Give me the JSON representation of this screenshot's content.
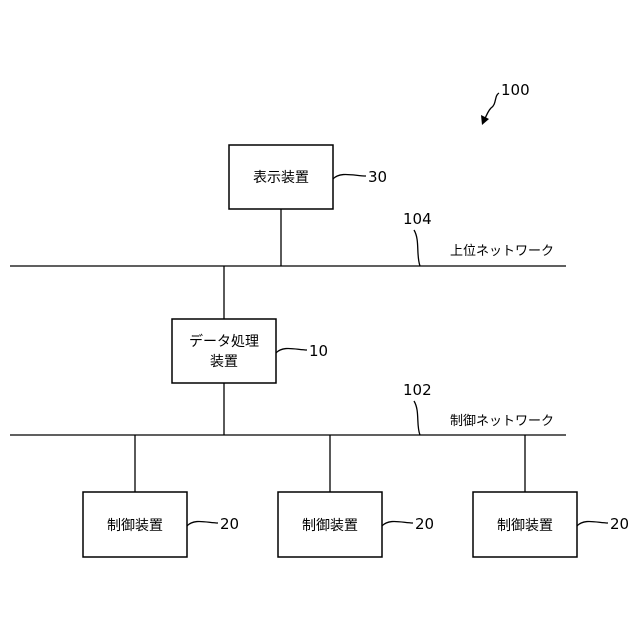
{
  "figure_ref": "100",
  "display_device": {
    "label": "表示装置",
    "ref": "30"
  },
  "upper_network": {
    "label": "上位ネットワーク",
    "ref": "104"
  },
  "data_processor": {
    "label_line1": "データ処理",
    "label_line2": "装置",
    "ref": "10"
  },
  "control_network": {
    "label": "制御ネットワーク",
    "ref": "102"
  },
  "control_devices": [
    {
      "label": "制御装置",
      "ref": "20"
    },
    {
      "label": "制御装置",
      "ref": "20"
    },
    {
      "label": "制御装置",
      "ref": "20"
    }
  ]
}
